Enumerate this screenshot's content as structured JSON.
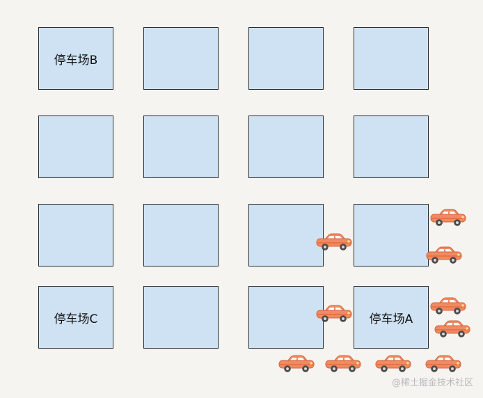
{
  "lots": {
    "b": "停车场B",
    "c": "停车场C",
    "a": "停车场A"
  },
  "colors": {
    "block_fill": "#cfe2f3",
    "block_border": "#2b2b2b",
    "car_body": "#f08a62",
    "car_window": "#ffffff"
  },
  "watermark": "@稀土掘金技术社区"
}
